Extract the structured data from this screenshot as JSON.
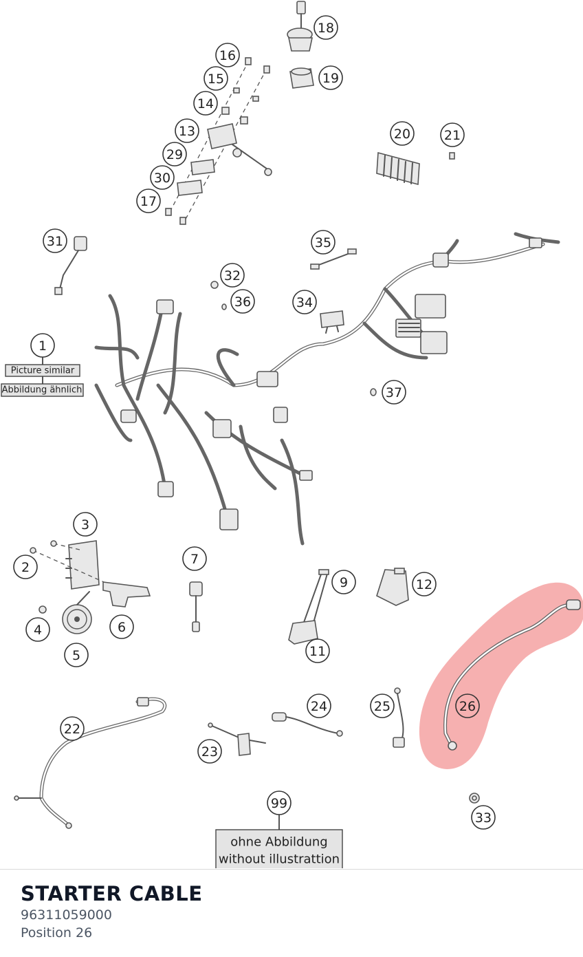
{
  "part": {
    "name": "STARTER CABLE",
    "number": "96311059000",
    "position": "Position 26"
  },
  "diagram": {
    "highlight_color": "#f08080",
    "highlighted_callout": "26",
    "callouts": [
      "1",
      "2",
      "3",
      "4",
      "5",
      "6",
      "7",
      "9",
      "11",
      "12",
      "13",
      "14",
      "15",
      "16",
      "17",
      "18",
      "19",
      "20",
      "21",
      "22",
      "23",
      "24",
      "25",
      "26",
      "29",
      "30",
      "31",
      "32",
      "33",
      "34",
      "35",
      "36",
      "37",
      "99"
    ],
    "notes": {
      "picture_similar": "Picture similar",
      "abbildung_aehnlich": "Abbildung ähnlich",
      "ohne_abbildung": "ohne Abbildung",
      "without_illustration": "without illustrattion"
    }
  }
}
